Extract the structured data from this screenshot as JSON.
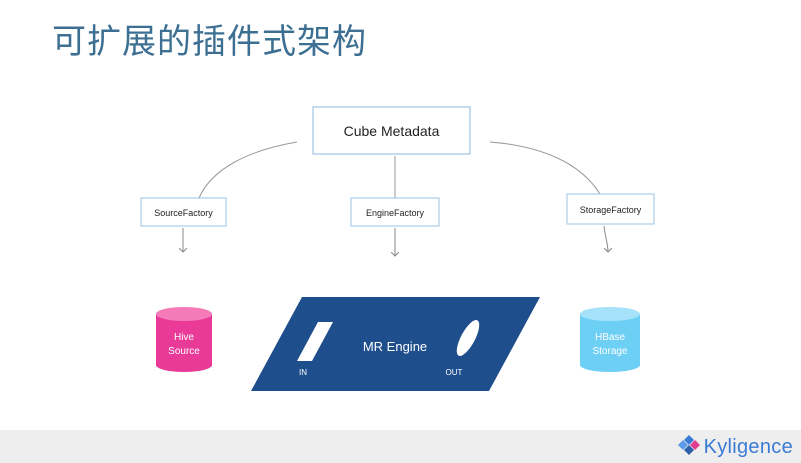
{
  "title": "可扩展的插件式架构",
  "nodes": {
    "metadata": "Cube Metadata",
    "source_factory": "SourceFactory",
    "engine_factory": "EngineFactory",
    "storage_factory": "StorageFactory",
    "hive_line1": "Hive",
    "hive_line2": "Source",
    "engine": "MR Engine",
    "engine_in": "IN",
    "engine_out": "OUT",
    "hbase_line1": "HBase",
    "hbase_line2": "Storage"
  },
  "logo": {
    "text": "Kyligence",
    "icon": "kyligence-diamond-icon"
  },
  "colors": {
    "title": "#3d6f93",
    "box_border": "#9cc3e6",
    "hive": "#ea3a98",
    "engine": "#1f4e8c",
    "hbase": "#6ecff5",
    "footer": "#eeeeee"
  }
}
